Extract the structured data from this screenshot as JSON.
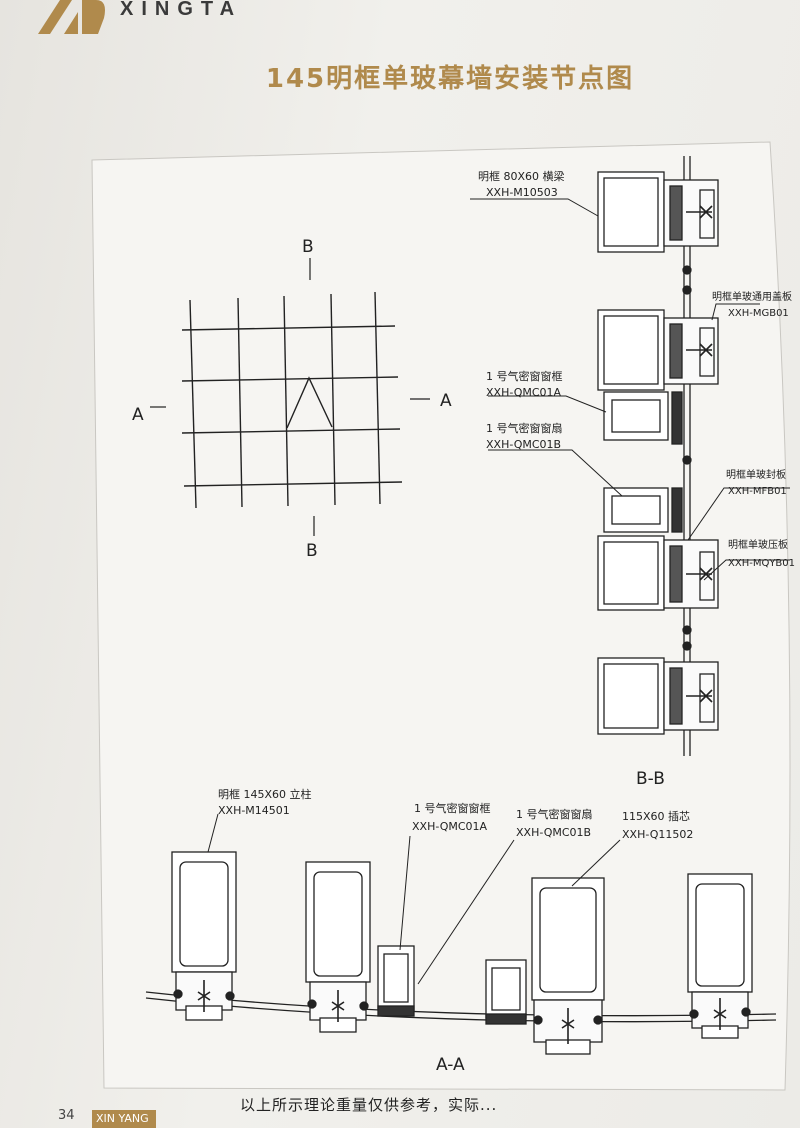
{
  "header": {
    "brand_text": "XINGTA",
    "title": "145明框单玻幕墙安装节点图"
  },
  "plan": {
    "label_b_top": "B",
    "label_b_bottom": "B",
    "label_a_left": "A",
    "label_a_right": "A"
  },
  "section_bb": {
    "caption": "B-B",
    "callouts": [
      {
        "name": "明框 80X60 横梁",
        "code": "XXH-M10503"
      },
      {
        "name": "明框单玻通用盖板",
        "code": "XXH-MGB01"
      },
      {
        "name": "1 号气密窗窗框",
        "code": "XXH-QMC01A"
      },
      {
        "name": "1 号气密窗窗扇",
        "code": "XXH-QMC01B"
      },
      {
        "name": "明框单玻封板",
        "code": "XXH-MFB01"
      },
      {
        "name": "明框单玻压板",
        "code": "XXH-MQYB01"
      }
    ]
  },
  "section_aa": {
    "caption": "A-A",
    "callouts": [
      {
        "name": "明框 145X60 立柱",
        "code": "XXH-M14501"
      },
      {
        "name": "1 号气密窗窗框",
        "code": "XXH-QMC01A"
      },
      {
        "name": "1 号气密窗窗扇",
        "code": "XXH-QMC01B"
      },
      {
        "name": "115X60 插芯",
        "code": "XXH-Q11502"
      }
    ]
  },
  "footer": {
    "page_number": "34",
    "brand": "XIN YANG",
    "note": "以上所示理论重量仅供参考，实际..."
  },
  "colors": {
    "title": "#b08a4c",
    "line": "#222222",
    "background": "#ecebe7"
  }
}
